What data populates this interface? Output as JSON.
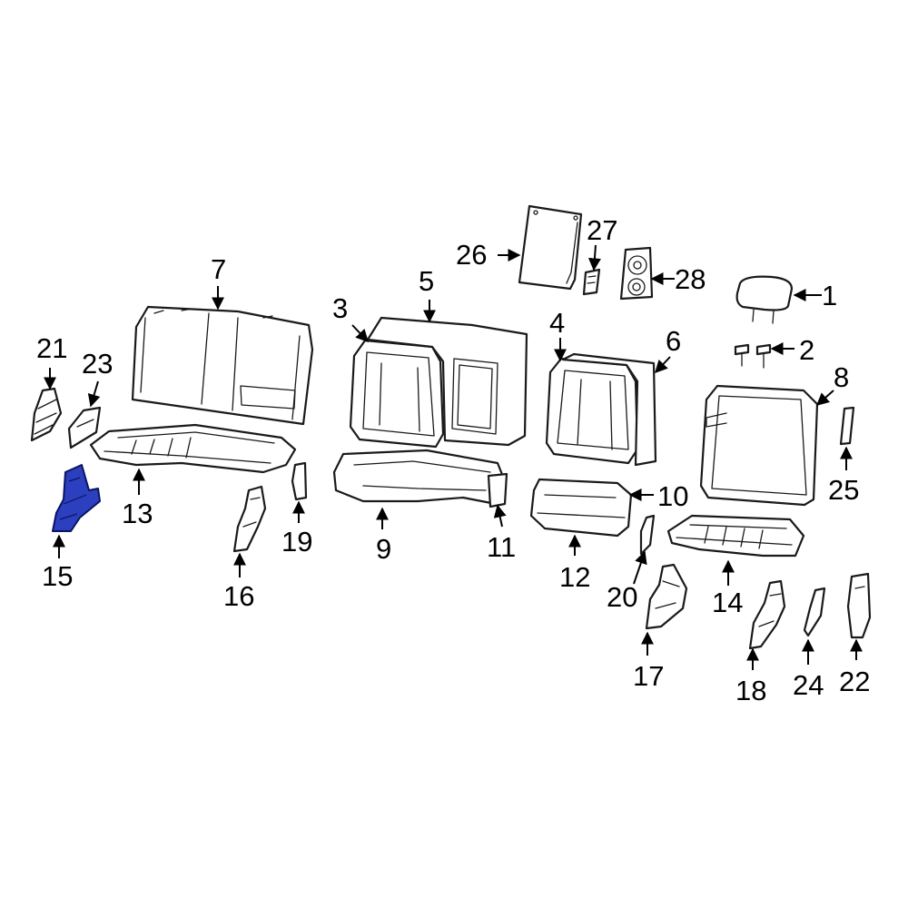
{
  "callouts": {
    "c1": "1",
    "c2": "2",
    "c3": "3",
    "c4": "4",
    "c5": "5",
    "c6": "6",
    "c7": "7",
    "c8": "8",
    "c9": "9",
    "c10": "10",
    "c11": "11",
    "c12": "12",
    "c13": "13",
    "c14": "14",
    "c15": "15",
    "c16": "16",
    "c17": "17",
    "c18": "18",
    "c19": "19",
    "c20": "20",
    "c21": "21",
    "c22": "22",
    "c23": "23",
    "c24": "24",
    "c25": "25",
    "c26": "26",
    "c27": "27",
    "c28": "28"
  },
  "highlighted_part": "15",
  "colors": {
    "highlight": "#2b3fbf",
    "line": "#1a1a1a",
    "background": "#ffffff"
  }
}
